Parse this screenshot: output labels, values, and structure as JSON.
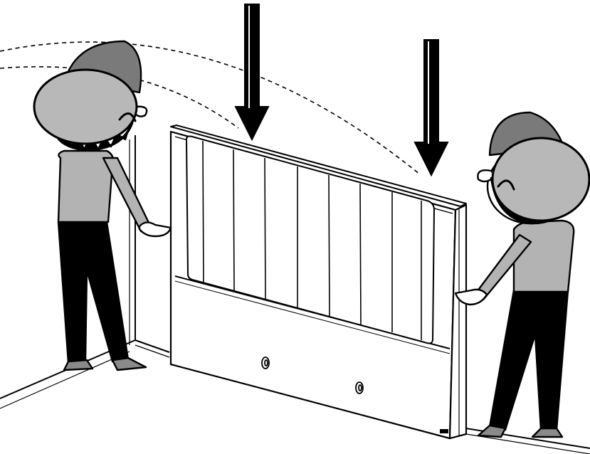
{
  "figure": {
    "type": "assembly-instruction-illustration",
    "colors": {
      "background": "#ffffff",
      "ink": "#000000",
      "shirt": "#b3b3b3",
      "hat_light": "#b8b8b8",
      "hat_dark": "#7a7a7a",
      "shoes": "#8a8a8a"
    },
    "elements": {
      "installer_left": "person-with-cap",
      "installer_right": "person-with-cap",
      "headboard": "bed-headboard-panel",
      "arrows": [
        "down-arrow",
        "down-arrow"
      ],
      "sightlines": "dashed-curves"
    }
  }
}
